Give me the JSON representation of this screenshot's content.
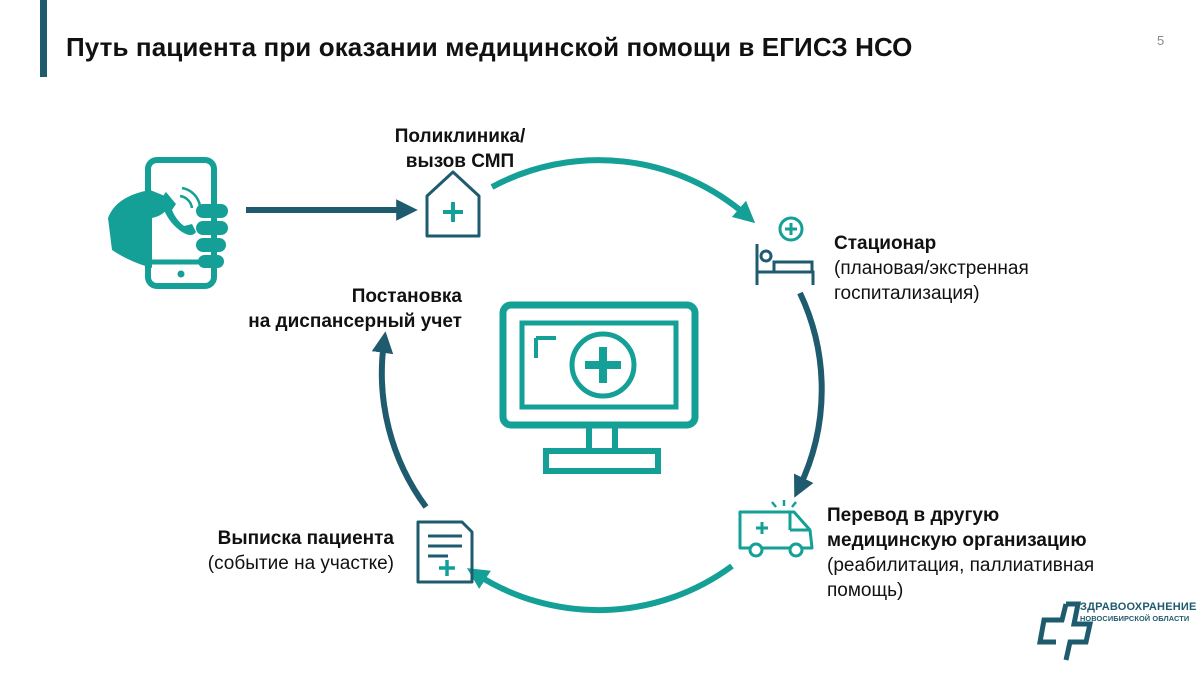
{
  "slide": {
    "title": "Путь пациента при оказании медицинской помощи в ЕГИСЗ НСО",
    "page_number": "5"
  },
  "nodes": {
    "polyclinic": {
      "line1": "Поликлиника/",
      "line2": "вызов СМП",
      "icon": "clinic-icon"
    },
    "hospital": {
      "title": "Стационар",
      "line1": "(плановая/экстренная",
      "line2": "госпитализация)",
      "icon": "hospital-bed-icon"
    },
    "transfer": {
      "line1": "Перевод в другую",
      "line2": "медицинскую организацию",
      "line3": "(реабилитация, паллиативная",
      "line4": "помощь)",
      "icon": "ambulance-icon"
    },
    "discharge": {
      "title": "Выписка пациента",
      "subtitle": "(событие на участке)",
      "icon": "medical-document-icon"
    },
    "registration": {
      "line1": "Постановка",
      "line2": "на диспансерный учет"
    }
  },
  "logo": {
    "line1": "ЗДРАВООХРАНЕНИЕ",
    "line2": "НОВОСИБИРСКОЙ ОБЛАСТИ",
    "icon": "health-logo-icon"
  },
  "colors": {
    "teal": "#14a096",
    "navy": "#1f5b6e",
    "dark_teal": "#1c6a76"
  }
}
